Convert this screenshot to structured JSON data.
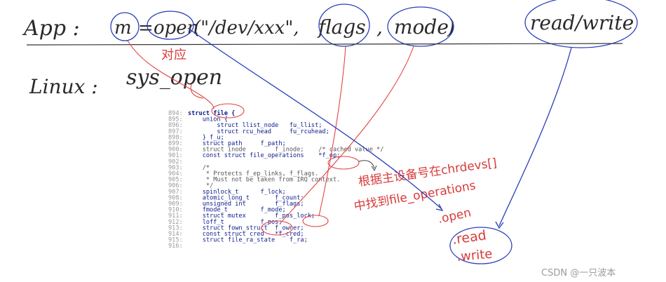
{
  "app_row": {
    "app_label": "App :",
    "m": "m",
    "equals": "=",
    "open_fn": "open",
    "args_prefix": "(\"/dev/xxx\",",
    "flags": "flags",
    "comma": ",",
    "mode": "mode",
    "close_paren": ")",
    "read_write": "read/write"
  },
  "linux_row": {
    "linux_label": "Linux :",
    "sys_open": "sys_open"
  },
  "annotations": {
    "correspond": "对应",
    "find_by_major": "根据主设备号在chrdevs[]",
    "find_file_ops": "中找到file_operations",
    "dot_open": ".open",
    "dot_read": ".read",
    "dot_write": ".write"
  },
  "code_lines": [
    {
      "num": "894:",
      "text": "struct file {"
    },
    {
      "num": "895:",
      "text": "    union {"
    },
    {
      "num": "896:",
      "text": "        struct llist_node   fu_llist;"
    },
    {
      "num": "897:",
      "text": "        struct rcu_head     fu_rcuhead;"
    },
    {
      "num": "898:",
      "text": "    } f_u;"
    },
    {
      "num": "899:",
      "text": "    struct path     f_path;"
    },
    {
      "num": "900:",
      "text": "    struct inode        f_inode;    /* cached value */"
    },
    {
      "num": "901:",
      "text": "    const struct file_operations    *f_op;"
    },
    {
      "num": "902:",
      "text": ""
    },
    {
      "num": "903:",
      "text": "    /*"
    },
    {
      "num": "904:",
      "text": "     * Protects f_ep_links, f_flags."
    },
    {
      "num": "905:",
      "text": "     * Must not be taken from IRQ context."
    },
    {
      "num": "906:",
      "text": "     */"
    },
    {
      "num": "907:",
      "text": "    spinlock_t      f_lock;"
    },
    {
      "num": "908:",
      "text": "    atomic_long_t       f_count;"
    },
    {
      "num": "909:",
      "text": "    unsigned int        f_flags;"
    },
    {
      "num": "910:",
      "text": "    fmode_t         f_mode;"
    },
    {
      "num": "911:",
      "text": "    struct mutex        f_pos_lock;"
    },
    {
      "num": "912:",
      "text": "    loff_t          f_pos;"
    },
    {
      "num": "913:",
      "text": "    struct fown_struct  f_owner;"
    },
    {
      "num": "914:",
      "text": "    const struct cred   *f_cred;"
    },
    {
      "num": "915:",
      "text": "    struct file_ra_state    f_ra;"
    },
    {
      "num": "916:",
      "text": ""
    }
  ],
  "watermark": "CSDN @一只波本"
}
